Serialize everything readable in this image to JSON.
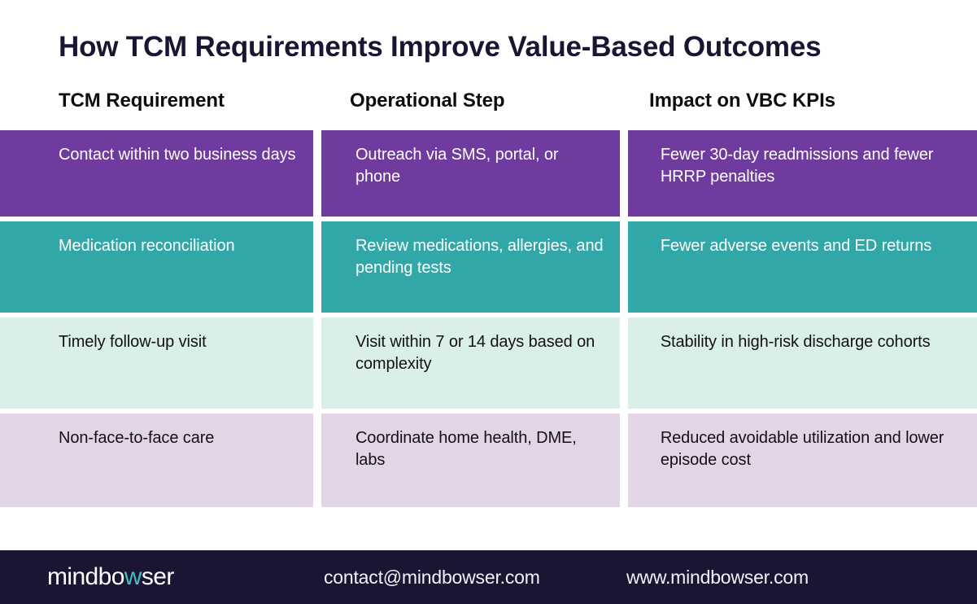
{
  "page": {
    "title": "How TCM Requirements Improve Value-Based Outcomes"
  },
  "colors": {
    "title_text": "#1b1433",
    "row_purple": "#6f3b9e",
    "row_teal": "#32a7a7",
    "row_mint": "#daeeea",
    "row_lilac": "#e1d5e6",
    "footer_bg": "#1b1433",
    "logo_accent": "#3fc3c0",
    "page_bg": "#ffffff"
  },
  "table": {
    "headers": [
      "TCM Requirement",
      "Operational Step",
      "Impact on VBC KPIs"
    ],
    "rows": [
      {
        "requirement": "Contact within two business days",
        "step": "Outreach via SMS, portal, or phone",
        "impact": "Fewer 30-day readmissions and fewer HRRP penalties"
      },
      {
        "requirement": "Medication reconciliation",
        "step": "Review medications, allergies, and pending tests",
        "impact": "Fewer adverse events and ED returns"
      },
      {
        "requirement": "Timely follow-up visit",
        "step": "Visit within 7 or 14 days based on complexity",
        "impact": "Stability in high-risk discharge cohorts"
      },
      {
        "requirement": "Non-face-to-face care",
        "step": "Coordinate home health, DME, labs",
        "impact": "Reduced avoidable utilization and lower episode cost"
      }
    ]
  },
  "footer": {
    "logo_pre": "mindbo",
    "logo_accent": "w",
    "logo_post": "ser",
    "email": "contact@mindbowser.com",
    "website": "www.mindbowser.com"
  }
}
